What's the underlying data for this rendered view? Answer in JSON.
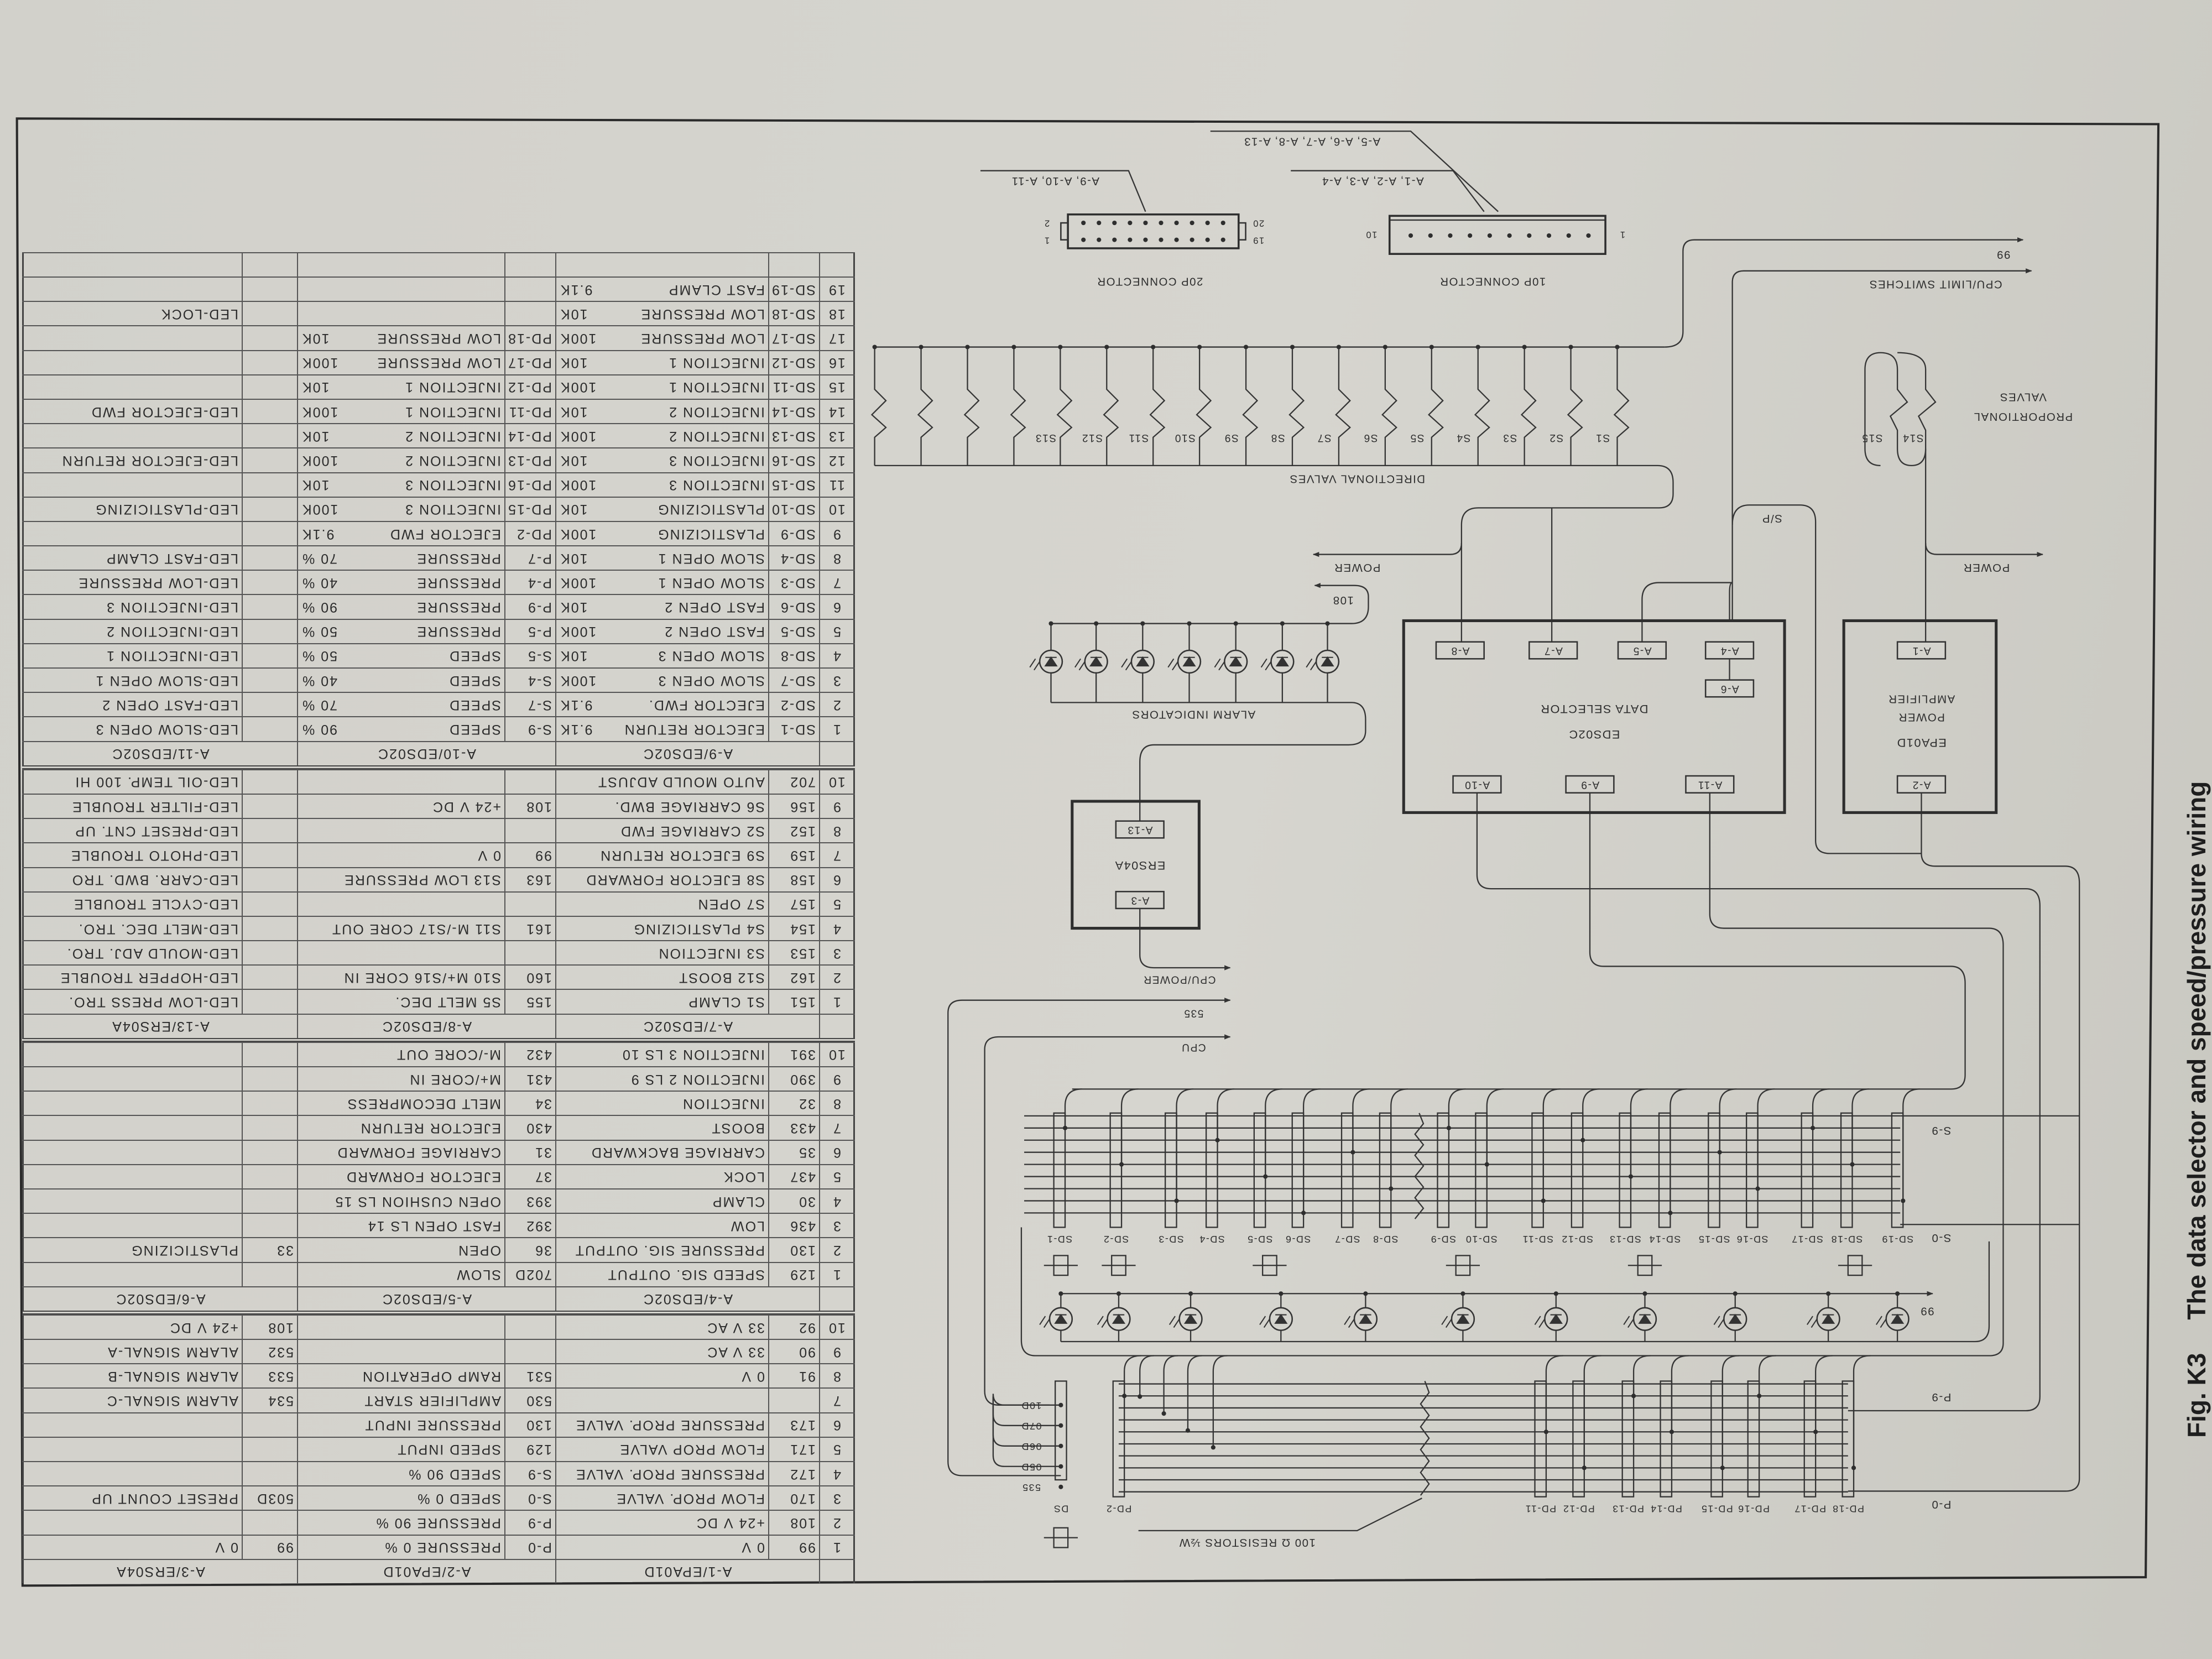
{
  "caption": {
    "fig": "Fig. K3",
    "title": "The data selector and speed/pressure wiring"
  },
  "connectors": {
    "p20": {
      "label": "20P CONNECTOR",
      "pins": [
        "2",
        "1",
        "20",
        "19"
      ],
      "modules": "A-9, A-10, A-11"
    },
    "p10": {
      "label": "10P CONNECTOR",
      "pins": [
        "10",
        "1"
      ],
      "modules_a": "A-1, A-2, A-3, A-4",
      "modules_b": "A-5, A-6, A-7, A-8, A-13"
    }
  },
  "signals": {
    "wire_99": "99",
    "cpu_limit": "CPU/LIMIT SWITCHES",
    "sp": "S/P",
    "power_left": "POWER",
    "power_right": "POWER",
    "wire_108": "108",
    "cpu_power": "CPU/POWER",
    "wire_535": "535",
    "cpu": "CPU",
    "led_99": "99"
  },
  "directional_valves": {
    "label": "DIRECTIONAL VALVES",
    "valves": [
      "S1",
      "S2",
      "S3",
      "S4",
      "S5",
      "S6",
      "S7",
      "S8",
      "S9",
      "S10",
      "S11",
      "S12",
      "S13"
    ]
  },
  "proportional_valves": {
    "label_1": "PROPORTIONAL",
    "label_2": "VALVES",
    "valves": [
      "S14",
      "S15"
    ]
  },
  "alarm_indicators": {
    "label": "ALARM INDICATORS",
    "count": 7
  },
  "modules": {
    "eds": {
      "name": "EDS02C",
      "title": "DATA SELECTOR",
      "ports": [
        "A-8",
        "A-7",
        "A-5",
        "A-4",
        "A-6",
        "A-10",
        "A-9",
        "A-11"
      ]
    },
    "epa": {
      "name": "EPA01D",
      "title_1": "POWER",
      "title_2": "AMPLIFIER",
      "ports": [
        "A-1",
        "A-2"
      ]
    },
    "ers": {
      "name": "ERS04A",
      "ports": [
        "A-13",
        "A-3"
      ]
    }
  },
  "sd_matrix": {
    "columns": [
      "SD-1",
      "SD-2",
      "SD-3",
      "SD-4",
      "SD-5",
      "SD-6",
      "SD-7",
      "SD-8",
      "SD-9",
      "SD-10",
      "SD-11",
      "SD-12",
      "SD-13",
      "SD-14",
      "SD-15",
      "SD-16",
      "SD-17",
      "SD-18",
      "SD-19"
    ],
    "rail_top": "S-9",
    "rail_bottom": "S-0"
  },
  "pd_matrix": {
    "columns": [
      "PD-2",
      "PD-11",
      "PD-12",
      "PD-13",
      "PD-14",
      "PD-15",
      "PD-16",
      "PD-17",
      "PD-18"
    ],
    "rail_top": "P-9",
    "rail_bottom": "P-0",
    "ds": {
      "label": "DS",
      "pins": [
        "10D",
        "07D",
        "06D",
        "05D",
        "535"
      ]
    }
  },
  "led_row": {
    "count": 11
  },
  "resistor_note": "100 Ω RESISTORS ½W",
  "tables": [
    {
      "headers": [
        "A-1/EPA01D",
        "A-2/EPA01D",
        "A-3/ERS04A"
      ],
      "rows": [
        [
          "1",
          [
            "99",
            "0 V"
          ],
          [
            "P-0",
            "PRESSURE 0 %"
          ],
          [
            "99",
            "0 V"
          ]
        ],
        [
          "2",
          [
            "108",
            "+24 V DC"
          ],
          [
            "P-9",
            "PRESSURE 90 %"
          ],
          [
            "",
            ""
          ]
        ],
        [
          "3",
          [
            "170",
            "FLOW PROP. VALVE"
          ],
          [
            "S-0",
            "SPEED 0 %"
          ],
          [
            "503D",
            "PRESET COUNT UP"
          ]
        ],
        [
          "4",
          [
            "172",
            "PRESSURE PROP. VALVE"
          ],
          [
            "S-9",
            "SPEED 90 %"
          ],
          [
            "",
            ""
          ]
        ],
        [
          "5",
          [
            "171",
            "FLOW PROP VALVE"
          ],
          [
            "129",
            "SPEED INPUT"
          ],
          [
            "",
            ""
          ]
        ],
        [
          "6",
          [
            "173",
            "PRESSURE PROP. VALVE"
          ],
          [
            "130",
            "PRESSURE INPUT"
          ],
          [
            "",
            ""
          ]
        ],
        [
          "7",
          [
            "",
            ""
          ],
          [
            "530",
            "AMPLIFIER START"
          ],
          [
            "534",
            "ALARM SIGNAL-C"
          ]
        ],
        [
          "8",
          [
            "91",
            "0 V"
          ],
          [
            "531",
            "RAMP OPERATION"
          ],
          [
            "533",
            "ALARM SIGNAL-B"
          ]
        ],
        [
          "9",
          [
            "90",
            "33 V AC"
          ],
          [
            "",
            ""
          ],
          [
            "532",
            "ALARM SIGNAL-A"
          ]
        ],
        [
          "10",
          [
            "92",
            "33 V AC"
          ],
          [
            "",
            ""
          ],
          [
            "108",
            "+24 V DC"
          ]
        ]
      ]
    },
    {
      "headers": [
        "A-4/EDS02C",
        "A-5/EDS02C",
        "A-6/EDS02C"
      ],
      "rows": [
        [
          "1",
          [
            "129",
            "SPEED SIG. OUTPUT"
          ],
          [
            "702D",
            "SLOW"
          ],
          [
            "",
            ""
          ]
        ],
        [
          "2",
          [
            "130",
            "PRESSURE SIG. OUTPUT"
          ],
          [
            "36",
            "OPEN"
          ],
          [
            "33",
            "PLASTICIZING"
          ]
        ],
        [
          "3",
          [
            "436",
            "LOW"
          ],
          [
            "392",
            "FAST OPEN LS 14"
          ],
          [
            "",
            ""
          ]
        ],
        [
          "4",
          [
            "30",
            "CLAMP"
          ],
          [
            "393",
            "OPEN CUSHION LS 15"
          ],
          [
            "",
            ""
          ]
        ],
        [
          "5",
          [
            "437",
            "LOCK"
          ],
          [
            "37",
            "EJECTOR FORWARD"
          ],
          [
            "",
            ""
          ]
        ],
        [
          "6",
          [
            "35",
            "CARRIAGE BACKWARD"
          ],
          [
            "31",
            "CARRIAGE FORWARD"
          ],
          [
            "",
            ""
          ]
        ],
        [
          "7",
          [
            "433",
            "BOOST"
          ],
          [
            "430",
            "EJECTOR RETURN"
          ],
          [
            "",
            ""
          ]
        ],
        [
          "8",
          [
            "32",
            "INJECTION"
          ],
          [
            "34",
            "MELT DECOMPRESS"
          ],
          [
            "",
            ""
          ]
        ],
        [
          "9",
          [
            "390",
            "INJECTION 2 LS 9"
          ],
          [
            "431",
            "M+/CORE IN"
          ],
          [
            "",
            ""
          ]
        ],
        [
          "10",
          [
            "391",
            "INJECTION 3 LS 10"
          ],
          [
            "432",
            "M-/CORE OUT"
          ],
          [
            "",
            ""
          ]
        ]
      ]
    },
    {
      "headers": [
        "A-7/EDS02C",
        "A-8/EDS02C",
        "A-13/ERS04A"
      ],
      "rows": [
        [
          "1",
          [
            "151",
            "S1 CLAMP"
          ],
          [
            "155",
            "S5 MELT DEC."
          ],
          [
            "",
            "LED-LOW PRESS TRO."
          ]
        ],
        [
          "2",
          [
            "162",
            "S12 BOOST"
          ],
          [
            "160",
            "S10 M+/S16 CORE IN"
          ],
          [
            "",
            "LED-HOPPER TROUBLE"
          ]
        ],
        [
          "3",
          [
            "153",
            "S3 INJECTION"
          ],
          [
            "",
            ""
          ],
          [
            "",
            "LED-MOULD ADJ. TRO."
          ]
        ],
        [
          "4",
          [
            "154",
            "S4 PLASTICIZING"
          ],
          [
            "161",
            "S11 M-/S17 CORE OUT"
          ],
          [
            "",
            "LED-MELT DEC. TRO."
          ]
        ],
        [
          "5",
          [
            "157",
            "S7 OPEN"
          ],
          [
            "",
            ""
          ],
          [
            "",
            "LED-CYCLE TROUBLE"
          ]
        ],
        [
          "6",
          [
            "158",
            "S8 EJECTOR FORWARD"
          ],
          [
            "163",
            "S13 LOW PRESSURE"
          ],
          [
            "",
            "LED-CARR. BWD. TRO"
          ]
        ],
        [
          "7",
          [
            "159",
            "S9 EJECTOR RETURN"
          ],
          [
            "99",
            "0 V"
          ],
          [
            "",
            "LED-PHOTO TROUBLE"
          ]
        ],
        [
          "8",
          [
            "152",
            "S2 CARRIAGE FWD"
          ],
          [
            "",
            ""
          ],
          [
            "",
            "LED-PRESET CNT. UP"
          ]
        ],
        [
          "9",
          [
            "156",
            "S6 CARRIAGE BWD."
          ],
          [
            "108",
            "+24 V DC"
          ],
          [
            "",
            "LED-FILTER TROUBLE"
          ]
        ],
        [
          "10",
          [
            "702",
            "AUTO MOULD ADJUST"
          ],
          [
            "",
            ""
          ],
          [
            "",
            "LED-OIL TEMP. 100 HI"
          ]
        ]
      ]
    },
    {
      "headers": [
        "A-9/EDS02C",
        "A-10/EDS02C",
        "A-11/EDS02C"
      ],
      "rows": [
        [
          "1",
          [
            "SD-1",
            "EJECTOR RETURN",
            "9.1K"
          ],
          [
            "S-9",
            "SPEED",
            "90 %"
          ],
          [
            "",
            "LED-SLOW OPEN 3"
          ]
        ],
        [
          "2",
          [
            "SD-2",
            "EJECTOR FWD.",
            "9.1K"
          ],
          [
            "S-7",
            "SPEED",
            "70 %"
          ],
          [
            "",
            "LED-FAST OPEN 2"
          ]
        ],
        [
          "3",
          [
            "SD-7",
            "SLOW OPEN 3",
            "100K"
          ],
          [
            "S-4",
            "SPEED",
            "40 %"
          ],
          [
            "",
            "LED-SLOW OPEN 1"
          ]
        ],
        [
          "4",
          [
            "SD-8",
            "SLOW OPEN 3",
            "10K"
          ],
          [
            "S-5",
            "SPEED",
            "50 %"
          ],
          [
            "",
            "LED-INJECTION 1"
          ]
        ],
        [
          "5",
          [
            "SD-5",
            "FAST OPEN 2",
            "100K"
          ],
          [
            "P-5",
            "PRESSURE",
            "50 %"
          ],
          [
            "",
            "LED-INJECTION 2"
          ]
        ],
        [
          "6",
          [
            "SD-6",
            "FAST OPEN 2",
            "10K"
          ],
          [
            "P-9",
            "PRESSURE",
            "90 %"
          ],
          [
            "",
            "LED-INJECTION 3"
          ]
        ],
        [
          "7",
          [
            "SD-3",
            "SLOW OPEN 1",
            "100K"
          ],
          [
            "P-4",
            "PRESSURE",
            "40 %"
          ],
          [
            "",
            "LED-LOW PRESSURE"
          ]
        ],
        [
          "8",
          [
            "SD-4",
            "SLOW OPEN 1",
            "10K"
          ],
          [
            "P-7",
            "PRESSURE",
            "70 %"
          ],
          [
            "",
            "LED-FAST CLAMP"
          ]
        ],
        [
          "9",
          [
            "SD-9",
            "PLASTICIZING",
            "100K"
          ],
          [
            "PD-2",
            "EJECTOR FWD",
            "9.1K"
          ],
          [
            "",
            ""
          ]
        ],
        [
          "10",
          [
            "SD-10",
            "PLASTICIZING",
            "10K"
          ],
          [
            "PD-15",
            "INJECTION 3",
            "100K"
          ],
          [
            "",
            "LED-PLASTICIZING"
          ]
        ],
        [
          "11",
          [
            "SD-15",
            "INJECTION 3",
            "100K"
          ],
          [
            "PD-16",
            "INJECTION 3",
            "10K"
          ],
          [
            "",
            ""
          ]
        ],
        [
          "12",
          [
            "SD-16",
            "INJECTION 3",
            "10K"
          ],
          [
            "PD-13",
            "INJECTION 2",
            "100K"
          ],
          [
            "",
            "LED-EJECTOR RETURN"
          ]
        ],
        [
          "13",
          [
            "SD-13",
            "INJECTION 2",
            "100K"
          ],
          [
            "PD-14",
            "INJECTION 2",
            "10K"
          ],
          [
            "",
            ""
          ]
        ],
        [
          "14",
          [
            "SD-14",
            "INJECTION 2",
            "10K"
          ],
          [
            "PD-11",
            "INJECTION 1",
            "100K"
          ],
          [
            "",
            "LED-EJECTOR FWD"
          ]
        ],
        [
          "15",
          [
            "SD-11",
            "INJECTION 1",
            "100K"
          ],
          [
            "PD-12",
            "INJECTION 1",
            "10K"
          ],
          [
            "",
            ""
          ]
        ],
        [
          "16",
          [
            "SD-12",
            "INJECTION 1",
            "10K"
          ],
          [
            "PD-17",
            "LOW PRESSURE",
            "100K"
          ],
          [
            "",
            ""
          ]
        ],
        [
          "17",
          [
            "SD-17",
            "LOW PRESSURE",
            "100K"
          ],
          [
            "PD-18",
            "LOW PRESSURE",
            "10K"
          ],
          [
            "",
            ""
          ]
        ],
        [
          "18",
          [
            "SD-18",
            "LOW PRESSURE",
            "10K"
          ],
          [
            "",
            ""
          ],
          [
            "",
            "LED-LOCK"
          ]
        ],
        [
          "19",
          [
            "SD-19",
            "FAST CLAMP",
            "9.1K"
          ],
          [
            "",
            ""
          ],
          [
            "",
            ""
          ]
        ]
      ]
    }
  ]
}
